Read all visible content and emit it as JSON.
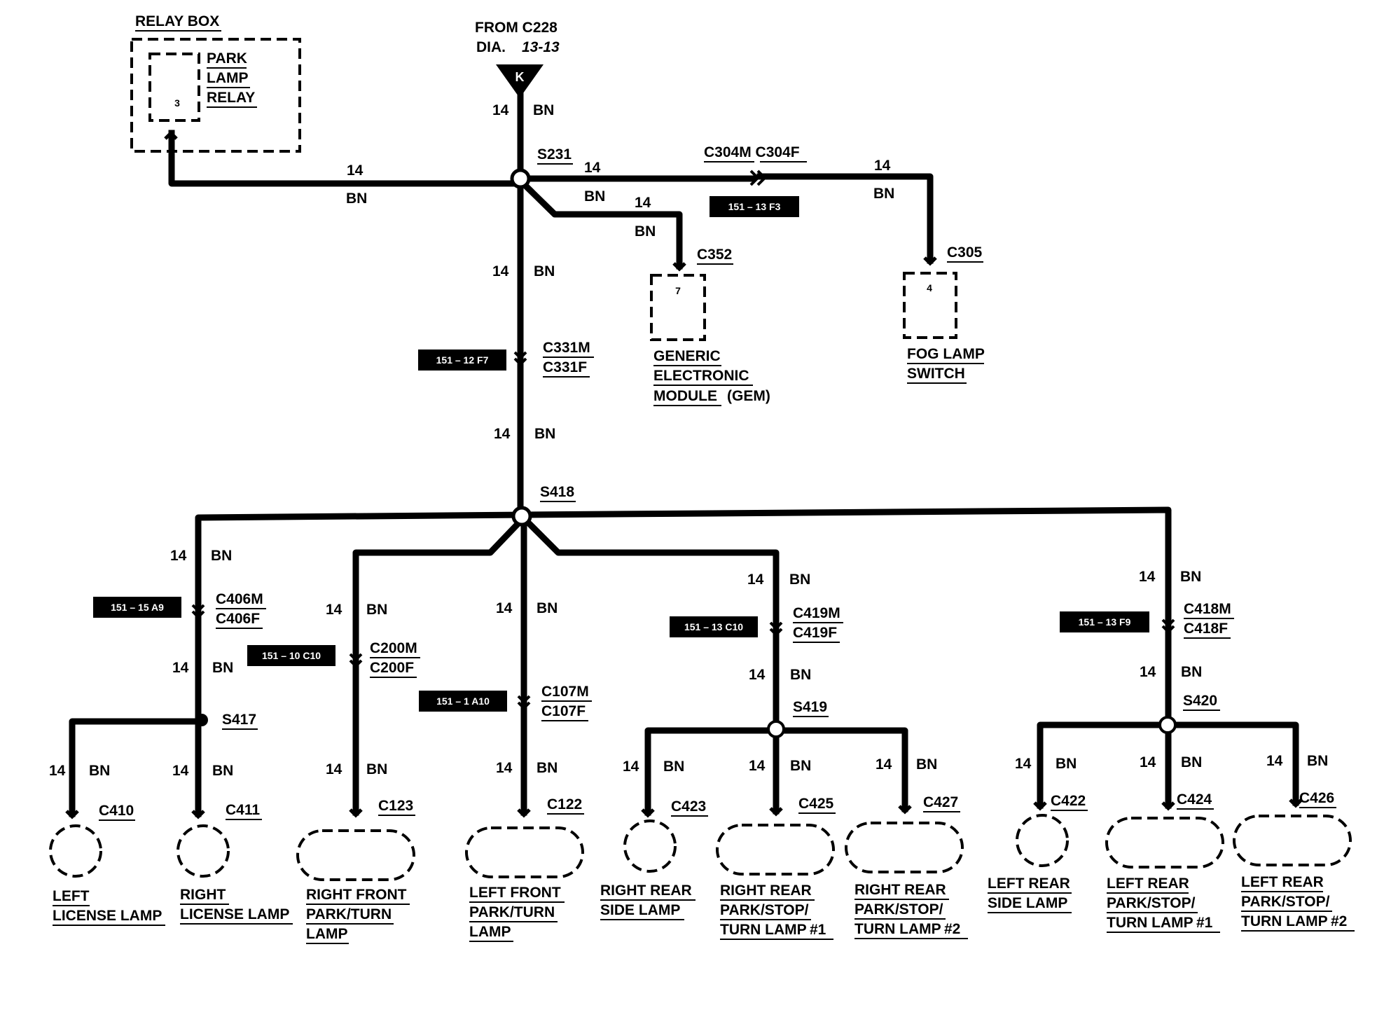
{
  "relay_box": {
    "title": "RELAY BOX",
    "relay_lines": [
      "PARK",
      "LAMP",
      "RELAY"
    ],
    "pin": "3"
  },
  "source": {
    "line1": "FROM C228",
    "dia": "DIA.",
    "dia_ref": "13-13",
    "connector_letter": "K"
  },
  "gauge": "14",
  "color": "BN",
  "splices": {
    "s231": "S231",
    "s418": "S418",
    "s417": "S417",
    "s419": "S419",
    "s420": "S420"
  },
  "inline_connectors": {
    "c304": "C304M C304F",
    "c331": [
      "C331M",
      "C331F"
    ],
    "c406": [
      "C406M",
      "C406F"
    ],
    "c200": [
      "C200M",
      "C200F"
    ],
    "c107": [
      "C107M",
      "C107F"
    ],
    "c419": [
      "C419M",
      "C419F"
    ],
    "c418": [
      "C418M",
      "C418F"
    ]
  },
  "ref_tags": {
    "f3": "151 – 13 F3",
    "f7": "151 – 12 F7",
    "a9": "151 – 15 A9",
    "c10a": "151 – 10 C10",
    "a10": "151 – 1 A10",
    "c10b": "151 – 13 C10",
    "f9": "151 – 13 F9"
  },
  "gem": {
    "connector": "C352",
    "pin": "7",
    "lines": [
      "GENERIC",
      "ELECTRONIC",
      "MODULE"
    ],
    "suffix": "(GEM)"
  },
  "fog_switch": {
    "connector": "C305",
    "pin": "4",
    "lines": [
      "FOG LAMP",
      "SWITCH"
    ]
  },
  "lamps": [
    {
      "connector": "C410",
      "lines": [
        "LEFT",
        "LICENSE LAMP"
      ]
    },
    {
      "connector": "C411",
      "lines": [
        "RIGHT",
        "LICENSE LAMP"
      ]
    },
    {
      "connector": "C123",
      "lines": [
        "RIGHT FRONT",
        "PARK/TURN",
        "LAMP"
      ]
    },
    {
      "connector": "C122",
      "lines": [
        "LEFT FRONT",
        "PARK/TURN",
        "LAMP"
      ]
    },
    {
      "connector": "C423",
      "lines": [
        "RIGHT REAR",
        "SIDE LAMP"
      ]
    },
    {
      "connector": "C425",
      "lines": [
        "RIGHT REAR",
        "PARK/STOP/",
        "TURN LAMP"
      ],
      "suffix": "#1"
    },
    {
      "connector": "C427",
      "lines": [
        "RIGHT REAR",
        "PARK/STOP/",
        "TURN LAMP"
      ],
      "suffix": "#2"
    },
    {
      "connector": "C422",
      "lines": [
        "LEFT REAR",
        "SIDE LAMP"
      ]
    },
    {
      "connector": "C424",
      "lines": [
        "LEFT REAR",
        "PARK/STOP/",
        "TURN LAMP"
      ],
      "suffix": "#1"
    },
    {
      "connector": "C426",
      "lines": [
        "LEFT REAR",
        "PARK/STOP/",
        "TURN LAMP"
      ],
      "suffix": "#2"
    }
  ],
  "colors": {
    "ink": "#000000",
    "paper": "#ffffff"
  }
}
